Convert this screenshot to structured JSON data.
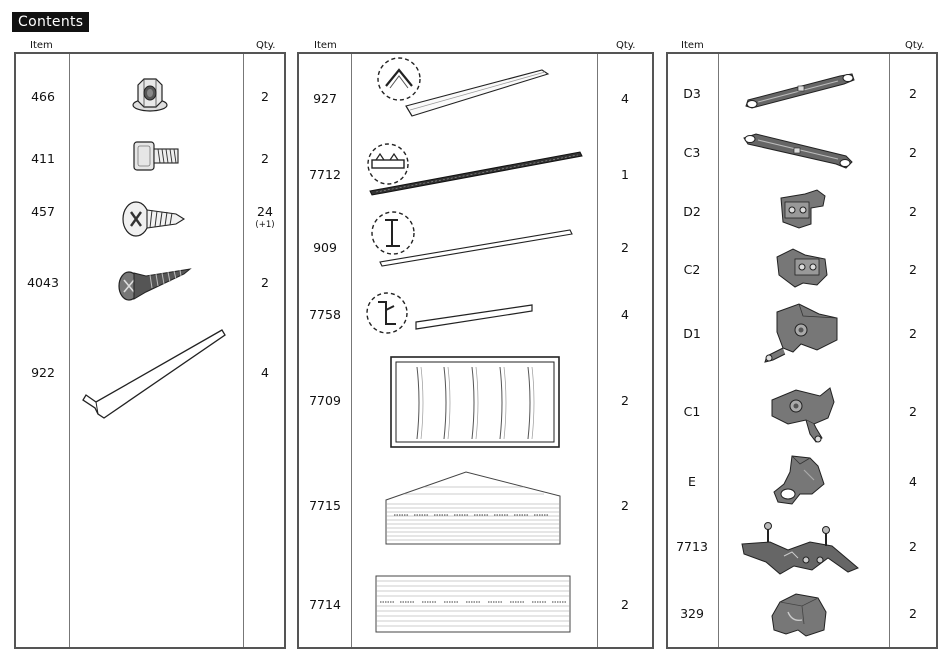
{
  "title": "Contents",
  "headers": {
    "item": "Item",
    "qty": "Qty."
  },
  "panel1": [
    {
      "item": "466",
      "qty": "2",
      "qty_note": "",
      "icon": "flange-nut-icon"
    },
    {
      "item": "411",
      "qty": "2",
      "qty_note": "",
      "icon": "square-head-bolt-icon"
    },
    {
      "item": "457",
      "qty": "24",
      "qty_note": "(+1)",
      "icon": "pan-head-screw-icon"
    },
    {
      "item": "4043",
      "qty": "2",
      "qty_note": "",
      "icon": "countersunk-screw-icon"
    },
    {
      "item": "922",
      "qty": "4",
      "qty_note": "",
      "icon": "hex-key-icon"
    }
  ],
  "panel2": [
    {
      "item": "927",
      "qty": "4",
      "icon": "corner-trim-profile-icon"
    },
    {
      "item": "7712",
      "qty": "1",
      "icon": "rail-profile-icon"
    },
    {
      "item": "909",
      "qty": "2",
      "icon": "channel-profile-icon"
    },
    {
      "item": "7758",
      "qty": "4",
      "icon": "z-profile-icon"
    },
    {
      "item": "7709",
      "qty": "2",
      "icon": "framed-panel-icon"
    },
    {
      "item": "7715",
      "qty": "2",
      "icon": "gable-wall-panel-icon"
    },
    {
      "item": "7714",
      "qty": "2",
      "icon": "wall-panel-icon"
    }
  ],
  "panel3": [
    {
      "item": "D3",
      "qty": "2",
      "icon": "long-bracket-icon"
    },
    {
      "item": "C3",
      "qty": "2",
      "icon": "long-bracket-icon"
    },
    {
      "item": "D2",
      "qty": "2",
      "icon": "clip-connector-icon"
    },
    {
      "item": "C2",
      "qty": "2",
      "icon": "clip-connector-icon"
    },
    {
      "item": "D1",
      "qty": "2",
      "icon": "corner-connector-icon"
    },
    {
      "item": "C1",
      "qty": "2",
      "icon": "corner-connector-icon"
    },
    {
      "item": "E",
      "qty": "4",
      "icon": "hinge-bracket-icon"
    },
    {
      "item": "7713",
      "qty": "2",
      "icon": "latch-bar-icon"
    },
    {
      "item": "329",
      "qty": "2",
      "icon": "end-cap-icon"
    }
  ]
}
